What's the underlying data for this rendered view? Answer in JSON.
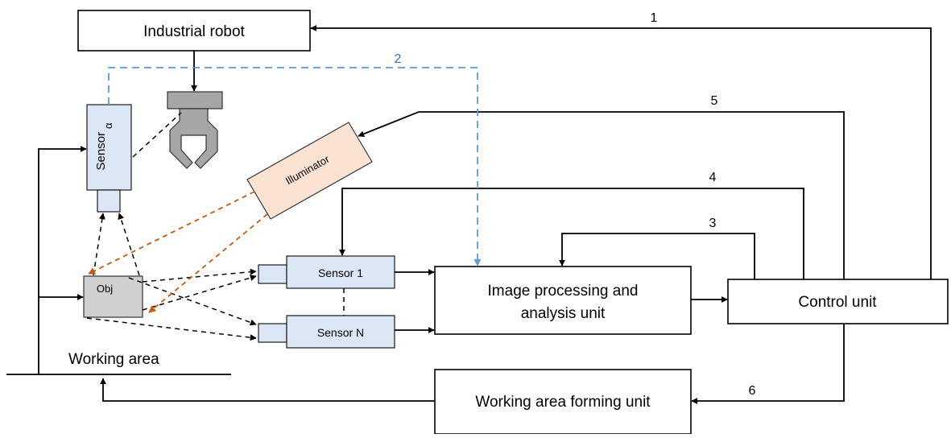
{
  "labels": {
    "industrial_robot": "Industrial robot",
    "sensor_alpha": "Sensor",
    "sensor_alpha_sub": "α",
    "illuminator": "Illuminator",
    "object": "Obj",
    "sensor_1": "Sensor 1",
    "sensor_n": "Sensor N",
    "image_unit_line1": "Image processing and",
    "image_unit_line2": "analysis unit",
    "control_unit": "Control unit",
    "working_area_forming_unit": "Working area forming unit",
    "working_area": "Working area"
  },
  "connection_numbers": [
    "1",
    "2",
    "3",
    "4",
    "5",
    "6"
  ],
  "colors": {
    "sensor_fill": "#dbe7f4",
    "illuminator_fill": "#fbe3d3",
    "object_fill": "#d0d0d0",
    "gripper_fill": "#a6a6a6",
    "blue_link": "#5b9bd5",
    "blue_label": "#2e75b6",
    "light_ray": "#c55a11"
  }
}
